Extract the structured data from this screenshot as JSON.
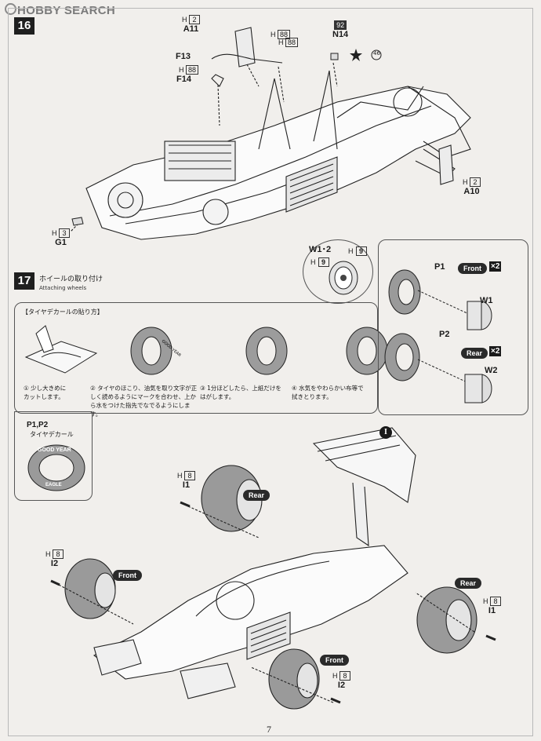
{
  "logo": {
    "text": "HOBBY SEARCH"
  },
  "page_number": "7",
  "step16": {
    "number": "16",
    "parts": {
      "A11": {
        "runner": "H",
        "num": "2",
        "label": "A11"
      },
      "F13": {
        "label": "F13",
        "runner1": "H",
        "num1": "88",
        "runner2": "H",
        "num2": "88"
      },
      "F14": {
        "runner": "H",
        "num": "88",
        "label": "F14"
      },
      "N14": {
        "num": "92",
        "label": "N14",
        "decal": "46"
      },
      "A10": {
        "runner": "H",
        "num": "2",
        "label": "A10"
      },
      "G1": {
        "runner": "H",
        "num": "3",
        "label": "G1"
      }
    }
  },
  "step17": {
    "number": "17",
    "title": "ホイールの取り付け",
    "subtitle": "Attaching wheels",
    "decal_box": {
      "heading": "【タイヤデカールの貼り方】",
      "steps": [
        "① 少し大きめに\nカットします。",
        "② タイヤのほこり、油気を取り文字が正\nしく読めるようにマークを合わせ、上から水をつけた指先でなでるようにします。",
        "③ 1分ほどしたら、上紙だけを\nはがします。",
        "④ 水気をやわらかい布等で\n拭きとります。"
      ],
      "brand": "GOOD YEAR"
    },
    "decal_label": {
      "code": "P1,P2",
      "text": "タイヤデカール",
      "brand_top": "GOOD YEAR",
      "brand_bottom": "EAGLE"
    },
    "wheel_box": {
      "w12": {
        "label": "W1･2",
        "runner_a": "H",
        "num_a": "9",
        "runner_b": "H",
        "num_b": "9"
      },
      "front": {
        "tire": "P1",
        "wheel": "W1",
        "badge": "Front",
        "qty": "×2"
      },
      "rear": {
        "tire": "P2",
        "wheel": "W2",
        "badge": "Rear",
        "qty": "×2"
      }
    }
  },
  "assembly": {
    "wing_marker": "I",
    "rear_left": {
      "badge": "Rear",
      "runner": "H",
      "num": "8",
      "label": "I1"
    },
    "front_left": {
      "badge": "Front",
      "runner": "H",
      "num": "8",
      "label": "I2"
    },
    "rear_right": {
      "badge": "Rear",
      "runner": "H",
      "num": "8",
      "label": "I1"
    },
    "front_right": {
      "badge": "Front",
      "runner": "H",
      "num": "8",
      "label": "I2"
    }
  }
}
